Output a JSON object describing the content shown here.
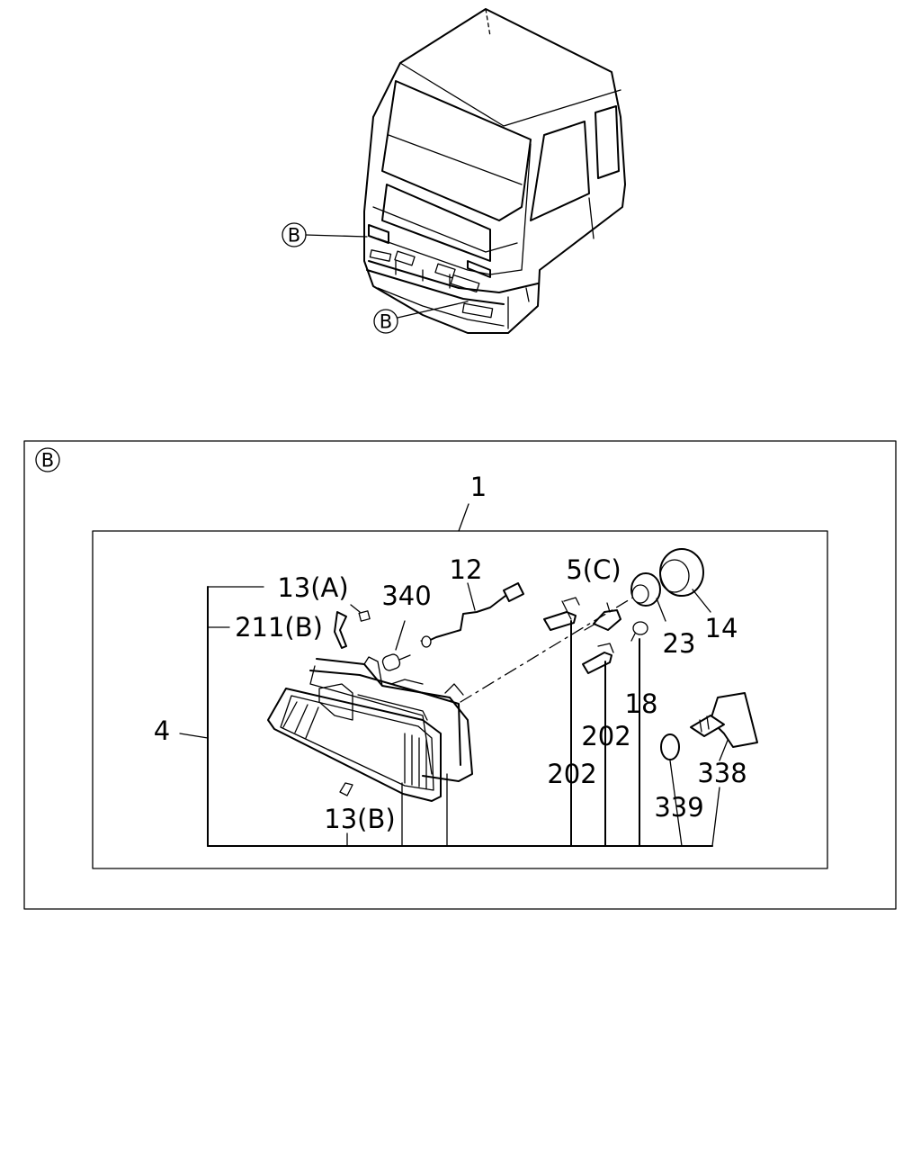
{
  "callouts": {
    "b_cab_upper": "B",
    "b_cab_lower": "B",
    "b_detail": "B"
  },
  "labels": {
    "p1": "1",
    "p12": "12",
    "p13a": "13(A)",
    "p211b": "211(B)",
    "p340": "340",
    "p5c": "5(C)",
    "p23": "23",
    "p14": "14",
    "p4": "4",
    "p18": "18",
    "p202_upper": "202",
    "p202_lower": "202",
    "p338": "338",
    "p339": "339",
    "p13b": "13(B)"
  }
}
